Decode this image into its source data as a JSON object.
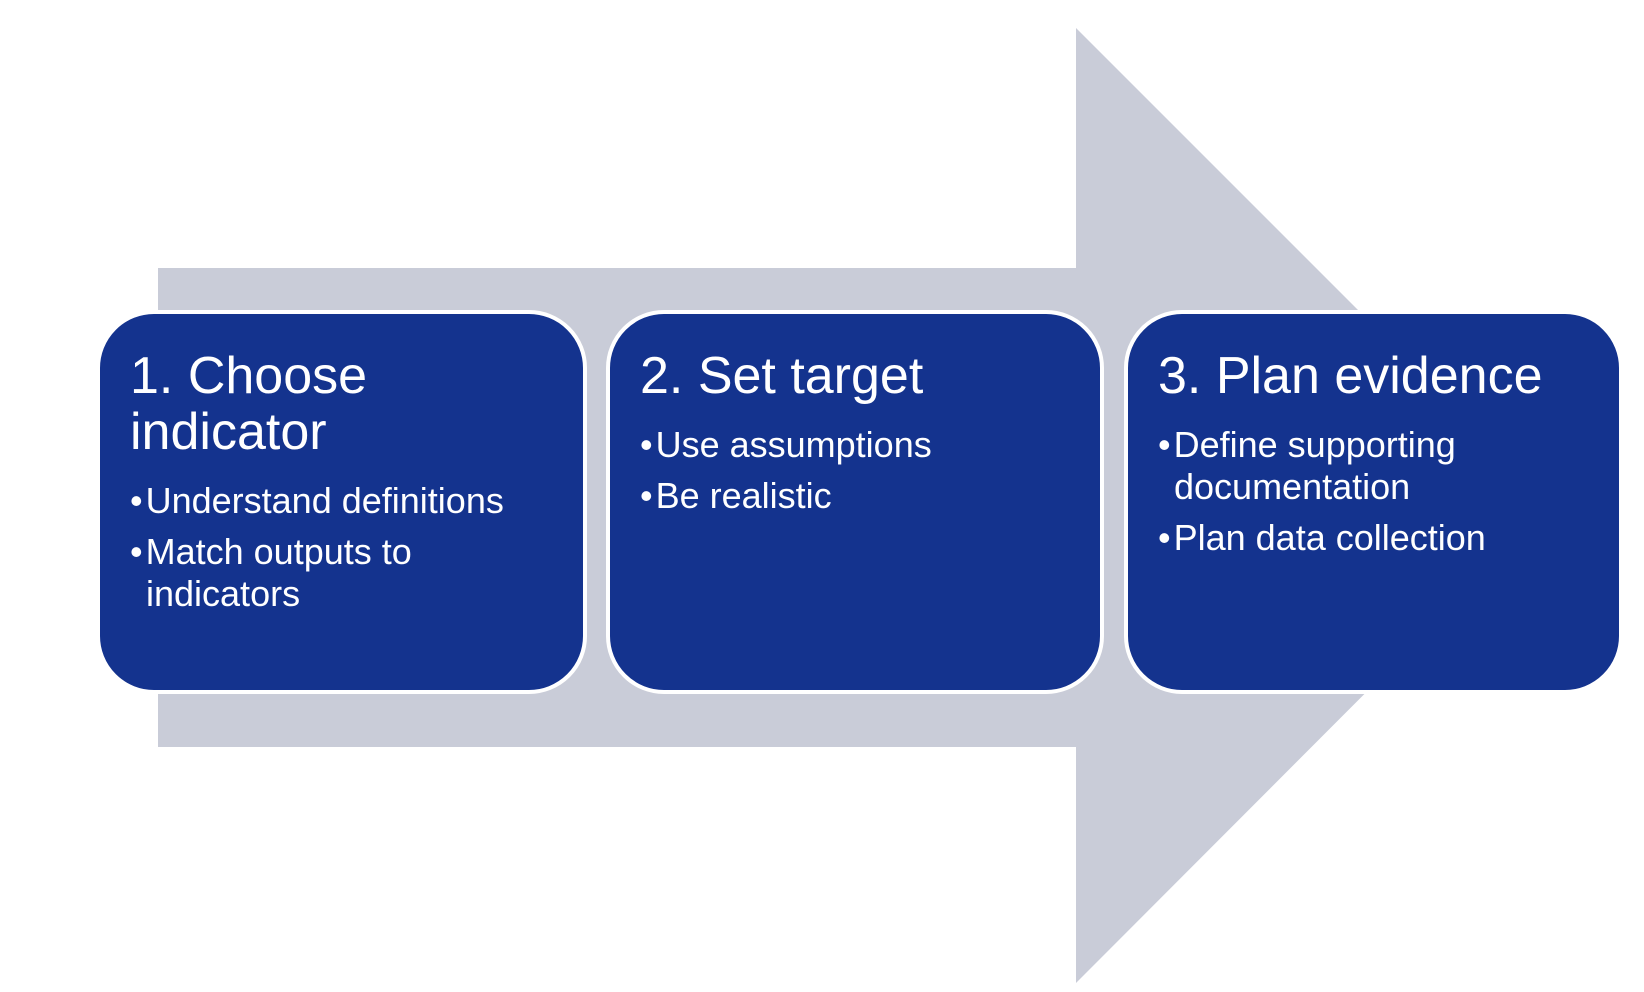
{
  "diagram": {
    "type": "process-arrow",
    "direction": "right",
    "colors": {
      "box_fill": "#14338E",
      "box_border": "#FFFFFF",
      "arrow_fill": "#C9CCD8",
      "text": "#FFFFFF",
      "background": "#FFFFFF"
    },
    "bullet_glyph": "•",
    "steps": [
      {
        "title": "1. Choose indicator",
        "bullets": [
          "Understand definitions",
          "Match outputs to indicators"
        ]
      },
      {
        "title": "2. Set target",
        "bullets": [
          "Use assumptions",
          "Be realistic"
        ]
      },
      {
        "title": "3. Plan evidence",
        "bullets": [
          "Define supporting documentation",
          "Plan data collection"
        ]
      }
    ]
  }
}
